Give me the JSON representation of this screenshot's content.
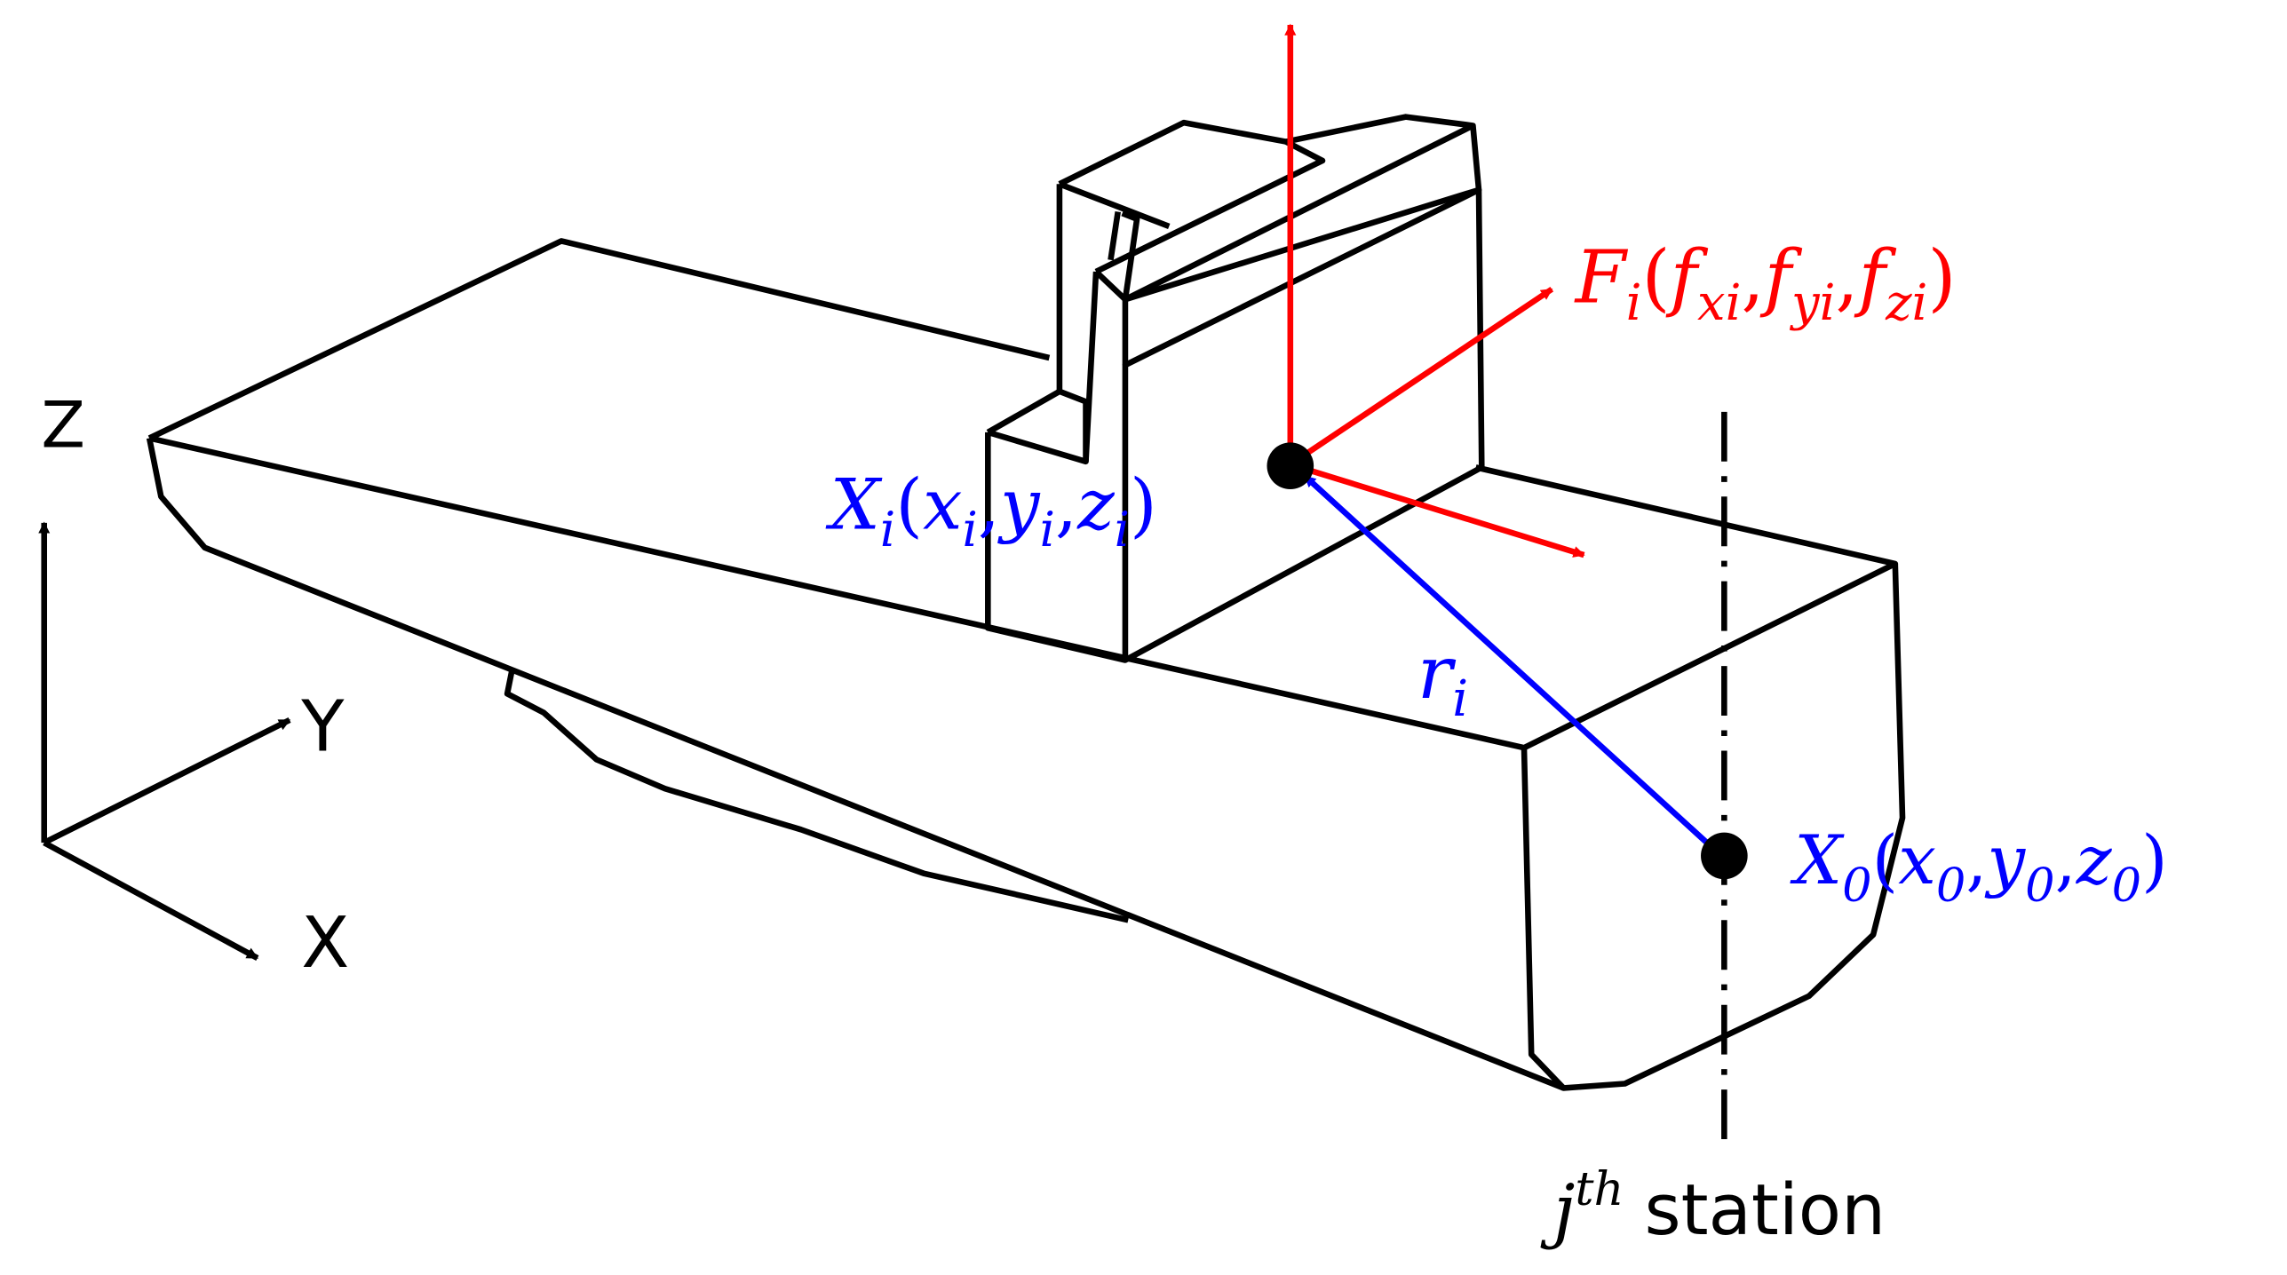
{
  "axes": {
    "z_label": "Z",
    "y_label": "Y",
    "x_label": "X"
  },
  "force": {
    "name": "F",
    "name_sub": "i",
    "open": "(",
    "c1": "f",
    "c1_sub": "xi",
    "comma1": ",",
    "c2": "f",
    "c2_sub": "yi",
    "comma2": ",",
    "c3": "f",
    "c3_sub": "zi",
    "close": ")"
  },
  "point_i": {
    "name": "X",
    "name_sub": "i",
    "open": "(",
    "c1": "x",
    "c1_sub": "i",
    "comma1": ",",
    "c2": "y",
    "c2_sub": "i",
    "comma2": ",",
    "c3": "z",
    "c3_sub": "i",
    "close": ")"
  },
  "point_0": {
    "name": "X",
    "name_sub": "0",
    "open": "(",
    "c1": "x",
    "c1_sub": "0",
    "comma1": ",",
    "c2": "y",
    "c2_sub": "0",
    "comma2": ",",
    "c3": "z",
    "c3_sub": "0",
    "close": ")"
  },
  "radius": {
    "name": "r",
    "name_sub": "i"
  },
  "station": {
    "j": "j",
    "sup": "th",
    "word": "station"
  },
  "colors": {
    "outline": "#000000",
    "force": "#ff0000",
    "position": "#0000ff"
  }
}
